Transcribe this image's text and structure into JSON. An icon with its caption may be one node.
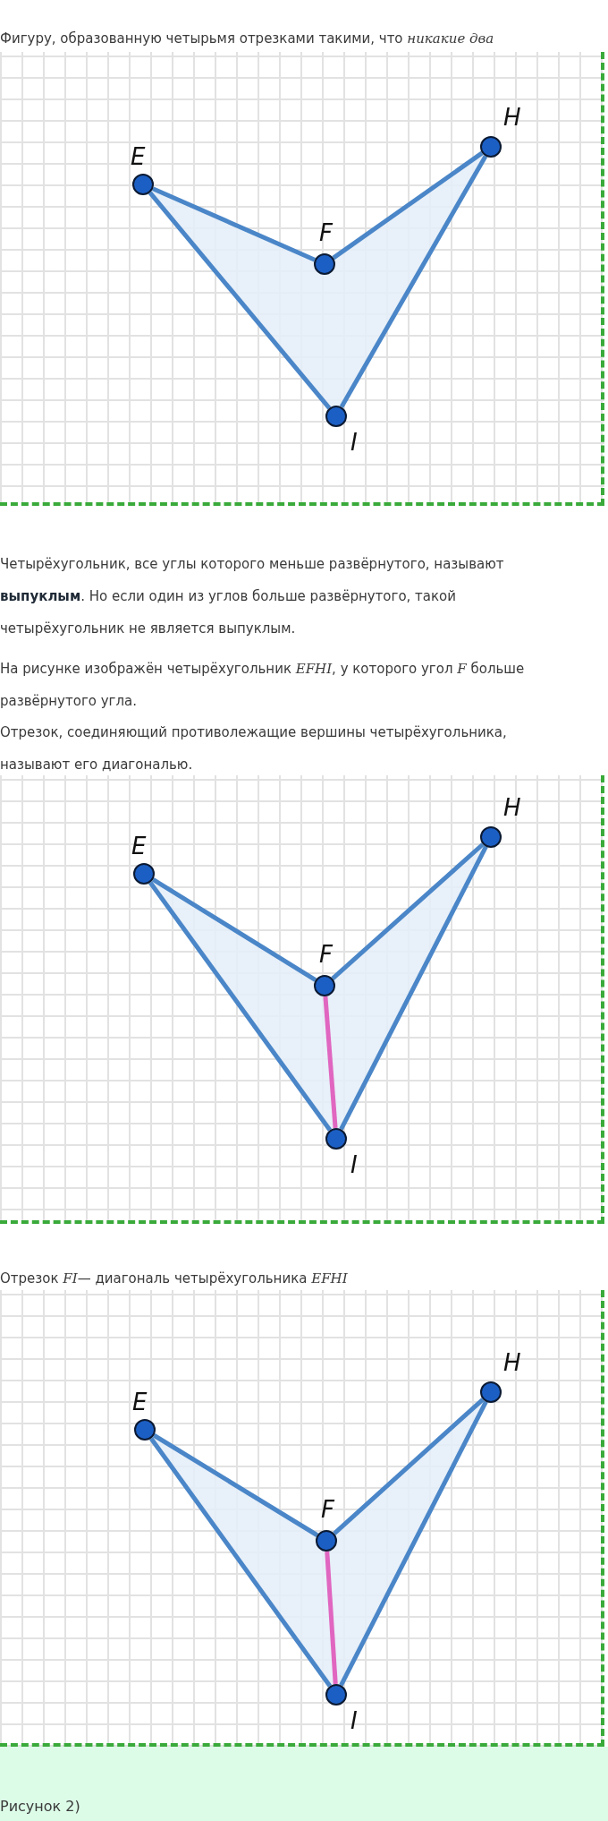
{
  "diagram": {
    "caption": "Рисунок 2)",
    "nodes": [
      {
        "text": [
          "E"
        ]
      },
      {
        "text": [
          "F"
        ]
      },
      {
        "text": [
          "H"
        ]
      },
      {
        "text": [
          "I"
        ]
      },
      {
        "text": [
          "E"
        ]
      },
      {
        "text": [
          "F"
        ]
      },
      {
        "text": [
          "H"
        ]
      },
      {
        "text": [
          "I"
        ]
      },
      {
        "text": [
          "E"
        ]
      },
      {
        "text": [
          "F"
        ]
      },
      {
        "text": [
          "H"
        ]
      },
      {
        "text": [
          "I"
        ]
      }
    ],
    "edges": [
      {
        "from": 0,
        "to": 1,
        "arrow": "none"
      },
      {
        "from": 1,
        "to": 2,
        "arrow": "none"
      },
      {
        "from": 2,
        "to": 3,
        "arrow": "none"
      },
      {
        "from": 3,
        "to": 0,
        "arrow": "none"
      },
      {
        "from": 4,
        "to": 5,
        "arrow": "none"
      },
      {
        "from": 5,
        "to": 6,
        "arrow": "none"
      },
      {
        "from": 6,
        "to": 7,
        "arrow": "none"
      },
      {
        "from": 7,
        "to": 4,
        "arrow": "none"
      },
      {
        "from": 5,
        "to": 7,
        "arrow": "none",
        "color": "#e066c0"
      },
      {
        "from": 8,
        "to": 9,
        "arrow": "none"
      },
      {
        "from": 9,
        "to": 10,
        "arrow": "none"
      },
      {
        "from": 10,
        "to": 11,
        "arrow": "none"
      },
      {
        "from": 11,
        "to": 8,
        "arrow": "none"
      },
      {
        "from": 9,
        "to": 11,
        "arrow": "none",
        "color": "#e066c0"
      }
    ],
    "labels": [
      "Фигуру, образованную четырьмя отрезками такими, что *никакие два*",
      "Четырёхугольник, все углы которого меньше развёрнутого, называют **выпуклым**. Но если один из углов больше развёрнутого, такой четырёхугольник не является выпуклым.",
      "На рисунке изображён четырёхугольник *EFHI*, у которого угол *F* больше развёрнутого угла.",
      "Отрезок, соединяющий противолежащие вершины четырёхугольника, называют его диагональю.",
      "Отрезок *FI*— диагональ четырёхугольника *EFHI*"
    ]
  }
}
